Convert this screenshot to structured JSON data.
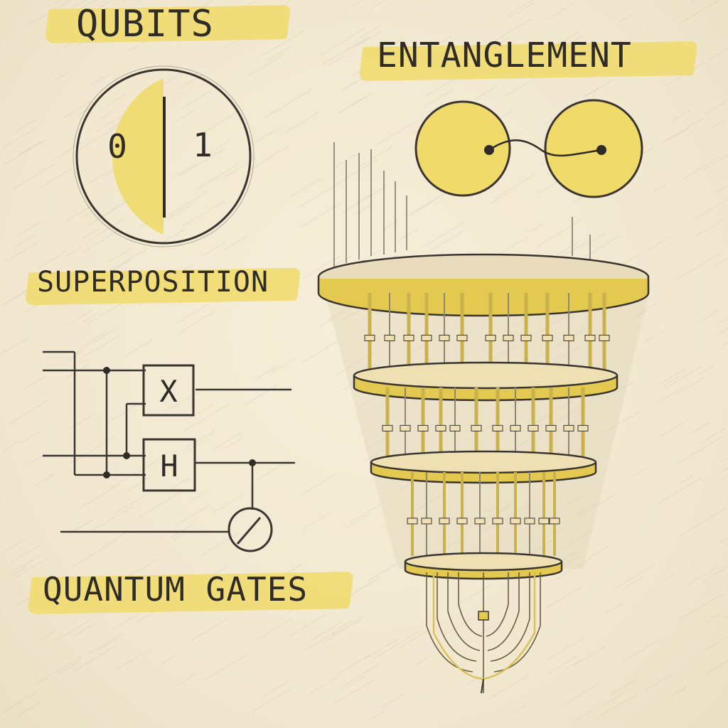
{
  "labels": {
    "qubits": "QUBITS",
    "entanglement": "ENTANGLEMENT",
    "superposition": "SUPERPOSITION",
    "quantum_gates": "QUANTUM GATES"
  },
  "qubit": {
    "zero": "0",
    "one": "1"
  },
  "gates": {
    "x": "X",
    "h": "H"
  },
  "palette": {
    "paper": "#f3ead3",
    "highlight": "#f0da6a",
    "pencil": "#3a3530",
    "brass": "#d9c25a"
  }
}
